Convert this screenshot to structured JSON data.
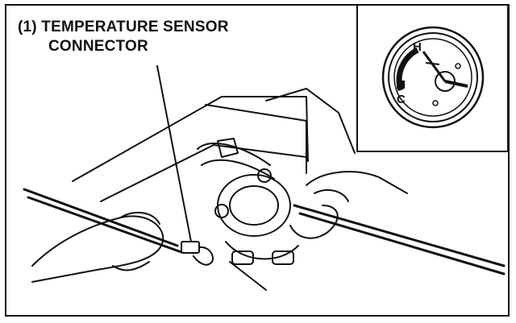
{
  "callout": {
    "line1": "(1) TEMPERATURE SENSOR",
    "line2": "CONNECTOR"
  },
  "gauge": {
    "hot_label": "H",
    "cold_label": "C"
  },
  "colors": {
    "ink": "#111111",
    "paper": "#ffffff"
  }
}
